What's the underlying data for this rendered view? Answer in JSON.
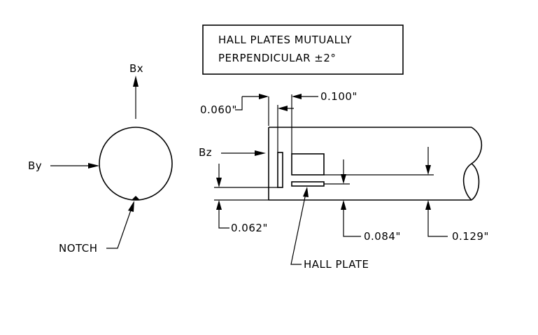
{
  "note_box": {
    "line1": "HALL PLATES MUTUALLY",
    "line2": "PERPENDICULAR ±2°"
  },
  "axes": {
    "bx": "Bx",
    "by": "By",
    "bz": "Bz"
  },
  "labels": {
    "notch": "NOTCH",
    "hall_plate": "HALL PLATE"
  },
  "dimensions": {
    "d_060": "0.060\"",
    "d_100": "0.100\"",
    "d_062": "0.062\"",
    "d_084": "0.084\"",
    "d_129": "0.129\""
  }
}
